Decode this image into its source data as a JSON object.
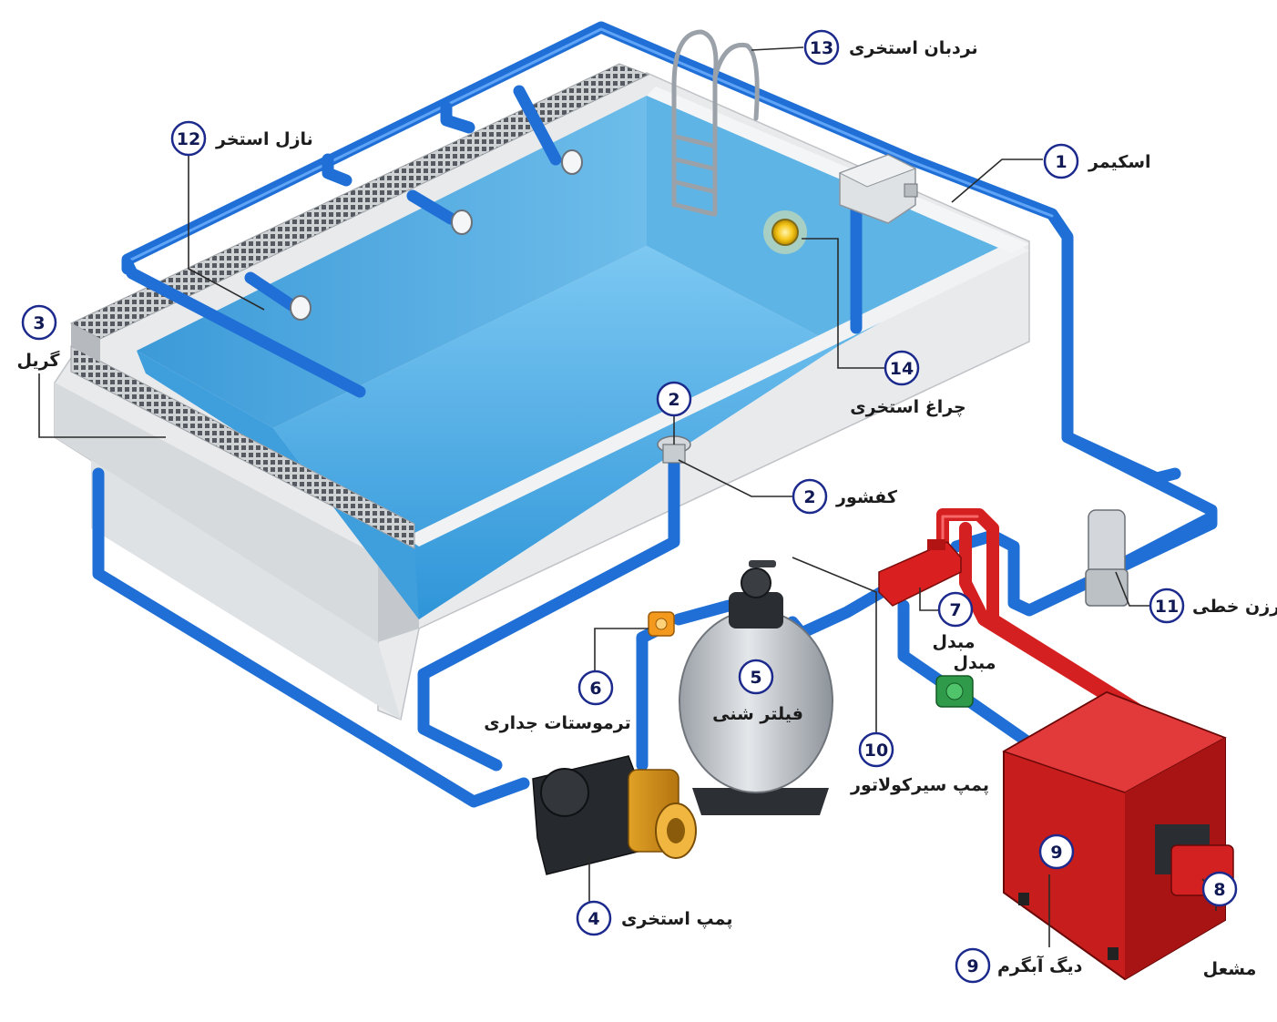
{
  "callouts": [
    {
      "id": "skimmer",
      "number": "1",
      "label": "اسکیمر"
    },
    {
      "id": "main-drain-top",
      "number": "2",
      "label": ""
    },
    {
      "id": "main-drain",
      "number": "2",
      "label": "کفشور"
    },
    {
      "id": "grill",
      "number": "3",
      "label": "گریل"
    },
    {
      "id": "pool-pump",
      "number": "4",
      "label": "پمپ استخری"
    },
    {
      "id": "sand-filter",
      "number": "5",
      "label": "فیلتر شنی"
    },
    {
      "id": "wall-thermostat",
      "number": "6",
      "label": "ترموستات جداری"
    },
    {
      "id": "heat-exchanger",
      "number": "7",
      "label": "مبدل"
    },
    {
      "id": "burner",
      "number": "8",
      "label": "مشعل"
    },
    {
      "id": "boiler-top",
      "number": "9",
      "label": ""
    },
    {
      "id": "boiler",
      "number": "9",
      "label": "دیگ آبگرم"
    },
    {
      "id": "circulator-pump",
      "number": "10",
      "label": "پمپ سیرکولاتور"
    },
    {
      "id": "inline-chlorinator",
      "number": "11",
      "label": "کلرزن خطی"
    },
    {
      "id": "pool-nozzle",
      "number": "12",
      "label": "نازل استخر"
    },
    {
      "id": "pool-ladder",
      "number": "13",
      "label": "نردبان استخری"
    },
    {
      "id": "pool-light",
      "number": "14",
      "label": "چراغ استخری"
    }
  ],
  "extra_labels": {
    "heat_exchanger_second": "مبدل"
  },
  "colors": {
    "water_pipe": "#1f6fd6",
    "hot_pipe": "#d42020",
    "pool_water": "#4aa8e0",
    "concrete": "#e6e8ea",
    "boiler": "#d21f1f",
    "number_ring": "#1b2a8c"
  }
}
